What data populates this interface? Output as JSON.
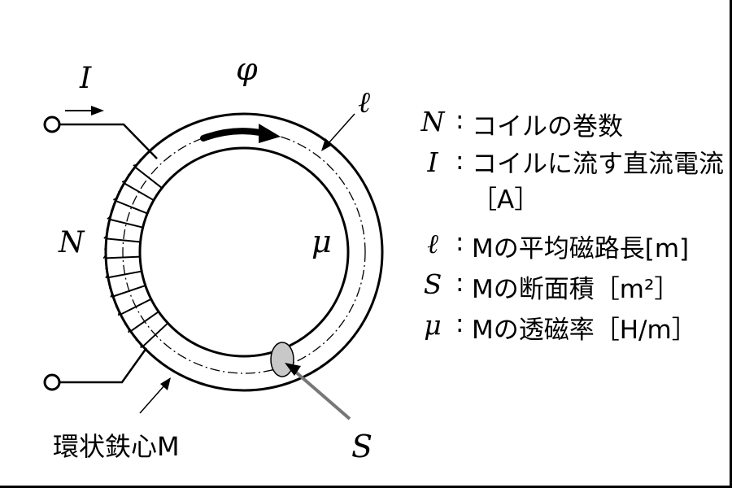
{
  "diagram": {
    "symbol_current": "I",
    "symbol_flux": "φ",
    "symbol_length": "ℓ",
    "symbol_turns": "N",
    "symbol_permeability": "μ",
    "symbol_area": "S",
    "core_label": "環状鉄心M"
  },
  "legend": {
    "items": [
      {
        "symbol": "N",
        "colon": ":",
        "text": "コイルの巻数"
      },
      {
        "symbol": "I",
        "colon": ":",
        "text": "コイルに流す直流電流［A］"
      },
      {
        "symbol": "ℓ",
        "colon": ":",
        "text": "Mの平均磁路長[m]"
      },
      {
        "symbol": "S",
        "colon": ":",
        "text": "Mの断面積［m²］"
      },
      {
        "symbol": "μ",
        "colon": ":",
        "text": "Mの透磁率［H/m］"
      }
    ]
  }
}
